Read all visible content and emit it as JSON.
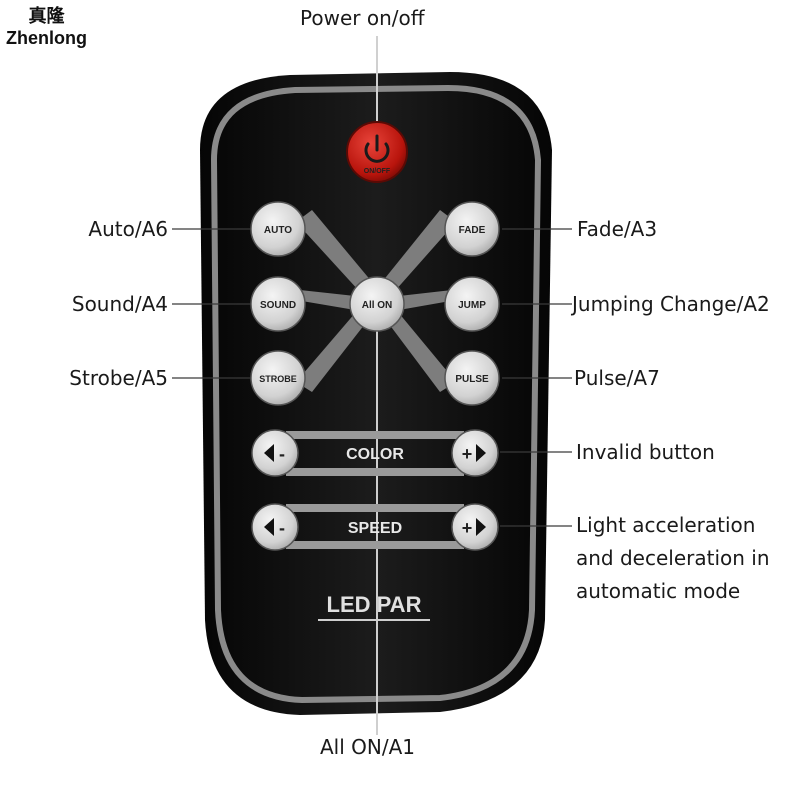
{
  "brand": {
    "chinese": "真隆",
    "name": "Zhenlong"
  },
  "callouts": {
    "power": "Power on/off",
    "auto": "Auto/A6",
    "sound": "Sound/A4",
    "strobe": "Strobe/A5",
    "fade": "Fade/A3",
    "jump": "Jumping Change/A2",
    "pulse": "Pulse/A7",
    "color": "Invalid button",
    "speed": "Light acceleration and deceleration in automatic mode",
    "allon": "All  ON/A1"
  },
  "remote": {
    "power_label": "ON/OFF",
    "buttons": {
      "auto": "AUTO",
      "sound": "SOUND",
      "strobe": "STROBE",
      "fade": "FADE",
      "jump": "JUMP",
      "pulse": "PULSE",
      "allon": "All ON"
    },
    "color_bar": {
      "label": "COLOR",
      "minus": "-",
      "plus": "+"
    },
    "speed_bar": {
      "label": "SPEED",
      "minus": "-",
      "plus": "+"
    },
    "model": "LED PAR"
  },
  "colors": {
    "remote_body": "#111111",
    "button_face": "#d9d9d9",
    "power_button": "#c0180f",
    "accent_rim": "#8c8c8c"
  },
  "icons": [
    "power-icon",
    "arrow-left-icon",
    "arrow-right-icon"
  ]
}
